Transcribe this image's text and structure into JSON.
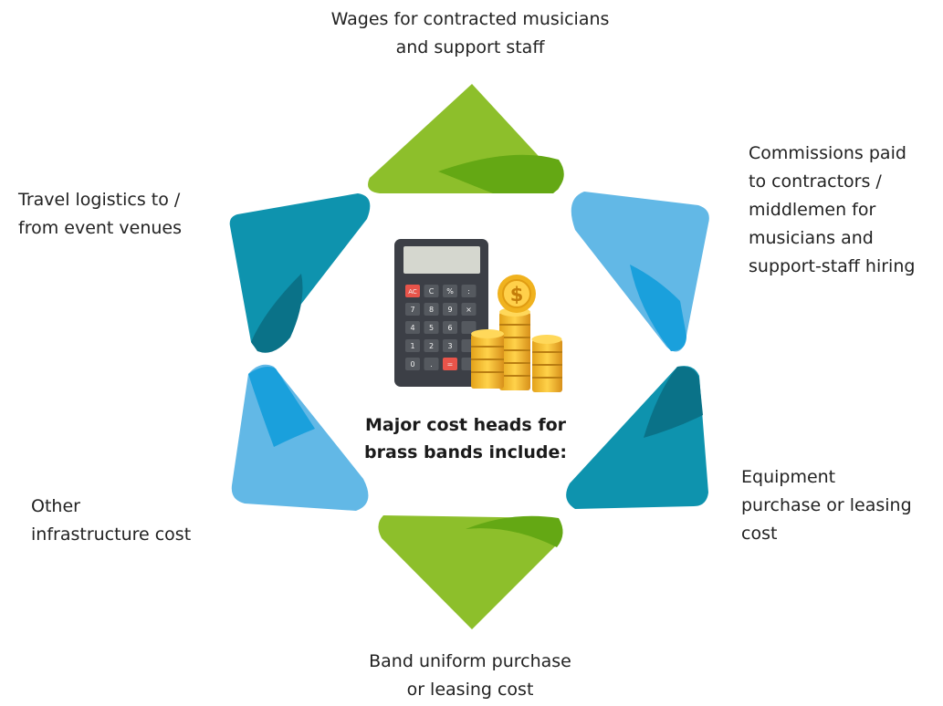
{
  "diagram": {
    "center_title_lines": [
      "Major cost heads for",
      "brass bands include:"
    ],
    "calculator": {
      "keys": [
        "AC",
        "C",
        "%",
        ":",
        "7",
        "8",
        "9",
        "×",
        "4",
        "5",
        "6",
        "",
        "1",
        "2",
        "3",
        "",
        "0",
        ".",
        "=",
        ""
      ]
    },
    "coin_symbol": "$",
    "items": [
      {
        "id": "top",
        "lines": [
          "Wages for contracted musicians",
          "and support staff"
        ]
      },
      {
        "id": "top-right",
        "lines": [
          "Commissions paid",
          "to contractors /",
          "middlemen for",
          "musicians and",
          "support-staff hiring"
        ]
      },
      {
        "id": "bottom-right",
        "lines": [
          "Equipment",
          "purchase or leasing",
          "cost"
        ]
      },
      {
        "id": "bottom",
        "lines": [
          "Band uniform purchase",
          "or leasing cost"
        ]
      },
      {
        "id": "bottom-left",
        "lines": [
          "Other",
          "infrastructure cost"
        ]
      },
      {
        "id": "top-left",
        "lines": [
          "Travel logistics to /",
          "from event venues"
        ]
      }
    ],
    "colors": {
      "green": "#8dbf2b",
      "green_dark": "#64a814",
      "light_blue": "#62b8e6",
      "light_blue_dark": "#1aa0dc",
      "teal": "#0e93ae",
      "teal_dark": "#0a7288"
    }
  }
}
